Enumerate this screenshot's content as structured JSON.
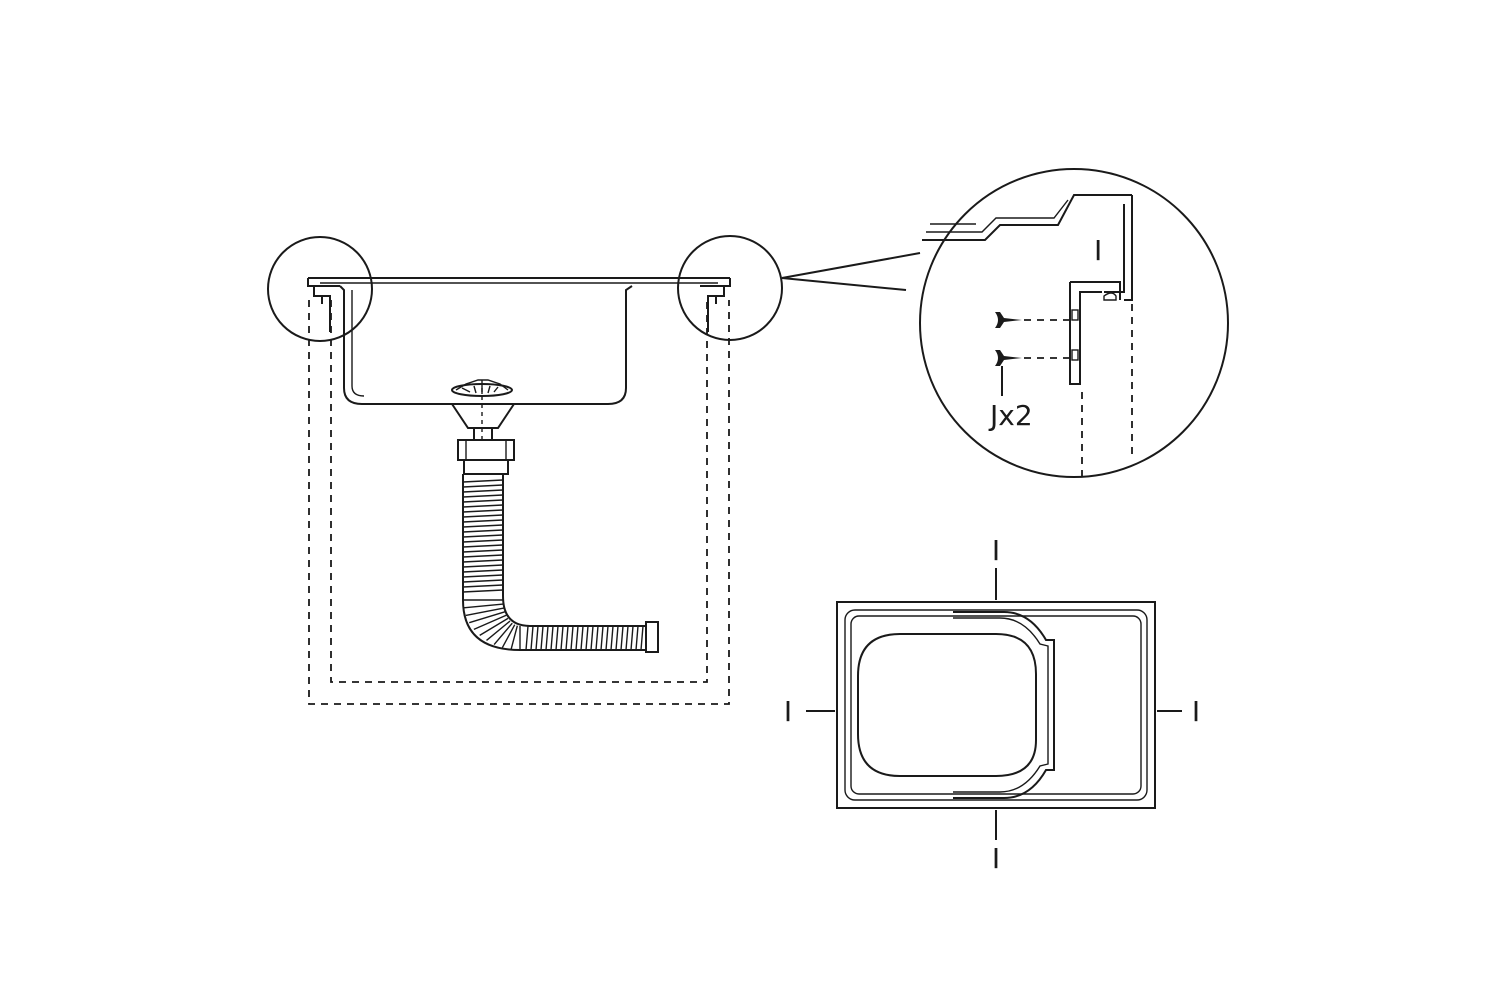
{
  "labels": {
    "fastener_count": "Jx2",
    "marker_detail": "I",
    "marker_top": "I",
    "marker_left": "I",
    "marker_right": "I",
    "marker_bottom": "I"
  }
}
